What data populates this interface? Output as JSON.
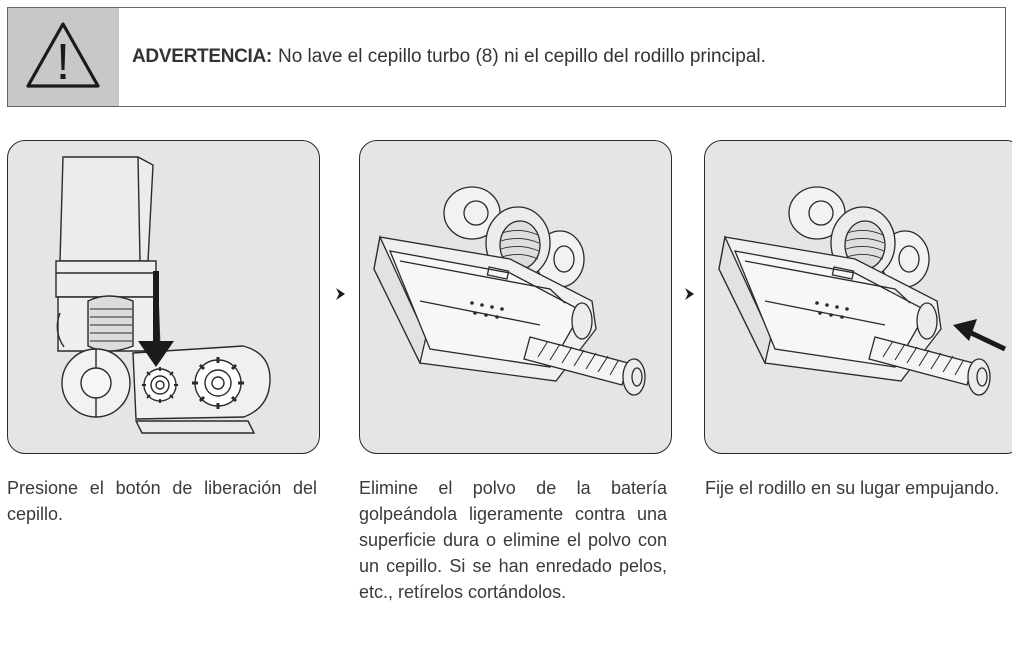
{
  "warning": {
    "label": "ADVERTENCIA:",
    "text": "No lave el cepillo turbo (8) ni el cepillo del rodillo principal.",
    "icon": "warning-triangle-icon"
  },
  "steps": [
    {
      "caption": "Presione el botón de liberación del cepillo."
    },
    {
      "caption": "Elimine el polvo de la batería golpeándola ligeramente contra una superficie dura o elimine el polvo con un cepillo. Si se han enredado pelos, etc., retírelos cortándolos."
    },
    {
      "caption": "Fije el rodillo en su lugar empujando."
    }
  ],
  "colors": {
    "panel_bg": "#e5e5e5",
    "icon_cell_bg": "#c8c8c8",
    "line": "#2a2a2a"
  }
}
